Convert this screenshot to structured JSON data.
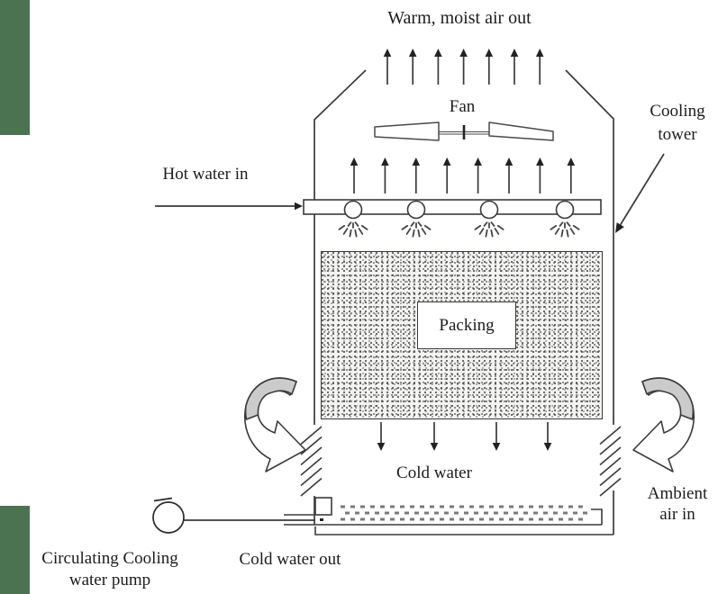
{
  "figure": {
    "type": "diagram",
    "subject": "counterflow cooling tower schematic",
    "labels": {
      "warm_moist_air_out": "Warm, moist air out",
      "fan": "Fan",
      "cooling_tower": {
        "line1": "Cooling",
        "line2": "tower"
      },
      "hot_water_in": "Hot water in",
      "packing": "Packing",
      "cold_water": "Cold water",
      "ambient_air_in": {
        "line1": "Ambient",
        "line2": "air in"
      },
      "cold_water_out": "Cold water out",
      "pump": {
        "line1": "Circulating Cooling",
        "line2": "water pump"
      }
    },
    "colors": {
      "background": "#ffffff",
      "line": "#3a3a3a",
      "text": "#1c1c1c",
      "accent_bar_green": "#4b7352",
      "swirl_arrow_band_fill": "#cbcbcb",
      "packing_stipple_background": "#f3f3f1",
      "basin_water_dash": "#7a7a7a"
    },
    "icons": {
      "up-arrow-icon": "straight arrow pointing up (air flow)",
      "down-arrow-icon": "straight arrow pointing down (falling water)",
      "fan-blades-icon": "two tapered fan blades on a shaft",
      "spray-nozzle-icon": "circle on header with radiating spray dashes",
      "swirl-air-arrow-icon": "curved C-shaped arrow (air entering)",
      "louver-hatch-icon": "diagonal hatch lines (air inlet louvers)",
      "pump-icon": "circle pump symbol with inlet arrow"
    }
  }
}
